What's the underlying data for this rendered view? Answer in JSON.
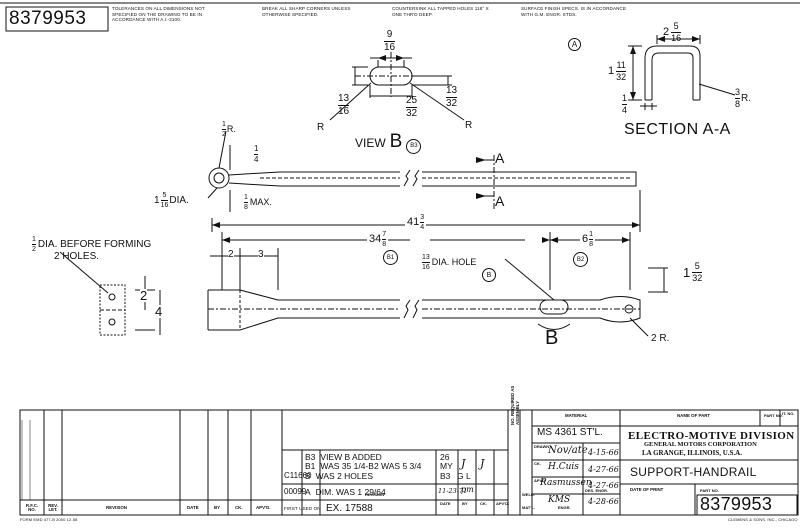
{
  "drawing_number": "8379953",
  "general_notes": {
    "tolerances": "TOLERANCES ON ALL DIMENSIONS NOT SPECIFIED ON THE DRAWING TO BE IN ACCORDANCE WITH A.I.-2100.",
    "corners": "BREAK ALL SHARP CORNERS UNLESS OTHERWISE SPECIFIED.",
    "countersink": "COUNTERSINK ALL TAPPED HOLES 118° X ONE THR'D DEEP.",
    "surface": "SURFACE FINISH SPECS. IS IN ACCORDANCE WITH G.M. ENGR. STDS."
  },
  "view_b": {
    "title": "VIEW",
    "letter": "B",
    "ref": "B3",
    "dim_top": {
      "num": "9",
      "den": "16"
    },
    "dim_left": {
      "num": "13",
      "den": "16"
    },
    "dim_bottom": {
      "num": "25",
      "den": "32"
    },
    "dim_right": {
      "num": "13",
      "den": "32"
    },
    "r_left": "R",
    "r_right": "R"
  },
  "section_aa": {
    "marker": "A",
    "title": "SECTION A-A",
    "dim_width": {
      "whole": "2",
      "num": "5",
      "den": "16"
    },
    "dim_height": {
      "whole": "1",
      "num": "11",
      "den": "32"
    },
    "dim_thick": {
      "num": "1",
      "den": "4"
    },
    "dim_radius": {
      "num": "3",
      "den": "8",
      "suffix": "R."
    }
  },
  "main_view": {
    "r_half": {
      "num": "1",
      "den": "2",
      "suffix": "R."
    },
    "quarter": {
      "num": "1",
      "den": "4"
    },
    "dia": {
      "whole": "1",
      "num": "5",
      "den": "16",
      "suffix": "DIA."
    },
    "max": {
      "num": "1",
      "den": "8",
      "suffix": "MAX."
    },
    "section_a_top": "A",
    "section_a_bottom": "A",
    "overall": {
      "whole": "41",
      "num": "3",
      "den": "4"
    },
    "length_b1": {
      "whole": "34",
      "num": "7",
      "den": "8"
    },
    "length_b2": {
      "whole": "6",
      "num": "1",
      "den": "8"
    },
    "b1": "B1",
    "b2": "B2",
    "b_circle": "B",
    "hole_note": {
      "num": "13",
      "den": "16",
      "suffix": "DIA. HOLE"
    },
    "forming_note_line1": {
      "num": "1",
      "den": "2",
      "text": "DIA. BEFORE FORMING"
    },
    "forming_note_line2": "2 HOLES.",
    "dim_2a": "2",
    "dim_3": "3",
    "dim_2b": "2",
    "dim_4": "4",
    "right_height": {
      "whole": "1",
      "num": "5",
      "den": "32"
    },
    "view_b_arrow": "B",
    "end_radius": "2 R."
  },
  "revisions": {
    "rows": [
      {
        "ref": "B3",
        "text": "VIEW B ADDED"
      },
      {
        "ref": "B1",
        "text": "WAS 35 1/4-B2 WAS 5 3/4"
      },
      {
        "ref": "B",
        "text": "WAS 2 HOLES"
      },
      {
        "ref": "A",
        "text": "DIM. WAS 1 29/64"
      }
    ],
    "rfc_1": "C11660",
    "rfc_2": "00099",
    "date_block_1": "26",
    "date_block_2": "MY",
    "date_block_3": "B3",
    "date_block_4": "G L",
    "date_row_a": "11-23-71",
    "first_used_label": "FIRST USED ON",
    "first_used_value": "EX. 17588",
    "headers": {
      "rfc": "R.F.C. NO.",
      "rev": "REV. LET.",
      "revision": "REVISION",
      "date": "DATE",
      "by": "BY",
      "ck": "CK.",
      "apvd": "APV'D."
    }
  },
  "title_block": {
    "no_req_label": "NO. REQUIRED AS ASSEMBLY",
    "material_label": "MATERIAL",
    "material": "MS 4361 ST'L.",
    "name_label": "NAME OF PART",
    "part_no_label": "PART NO.",
    "it_no_label": "IT. NO.",
    "company_line1": "ELECTRO-MOTIVE DIVISION",
    "company_line2": "GENERAL MOTORS CORPORATION",
    "company_line3": "LA GRANGE, ILLINOIS, U.S.A.",
    "part_name": "SUPPORT-HANDRAIL",
    "date_of_print_label": "DATE OF PRINT",
    "part_no_label2": "PART NO.",
    "part_no": "8379953",
    "signatures": [
      {
        "label": "DRAWN",
        "date": "4-15-66"
      },
      {
        "label": "CK.",
        "date": "4-27-66"
      },
      {
        "label": "APVD.",
        "date": "4-27-66"
      },
      {
        "label": "DES. ENGR.",
        "date": "4-28-66"
      }
    ],
    "matl_label": "MAT'L.",
    "weld_label": "WELD.",
    "engr_label": "ENGR."
  },
  "form_footer": "FORM EMD 477-B 2000 12-58",
  "printer": "CLEMENS & SONS, INC., CHICAGO"
}
